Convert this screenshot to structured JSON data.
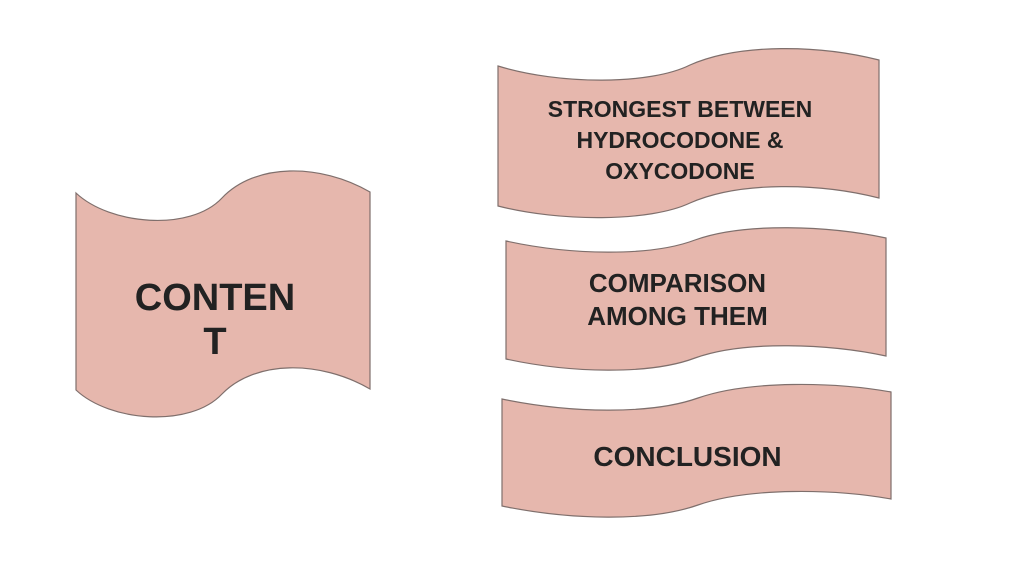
{
  "colors": {
    "banner_fill": "#e6b7ad",
    "banner_stroke": "#7f6f6c",
    "text": "#222222",
    "background": "#ffffff"
  },
  "banners": {
    "content": {
      "text": "CONTEN\nT"
    },
    "strongest": {
      "text": "STRONGEST BETWEEN\nHYDROCODONE &\nOXYCODONE"
    },
    "comparison": {
      "text": "COMPARISON\nAMONG THEM"
    },
    "conclusion": {
      "text": "CONCLUSION"
    }
  }
}
